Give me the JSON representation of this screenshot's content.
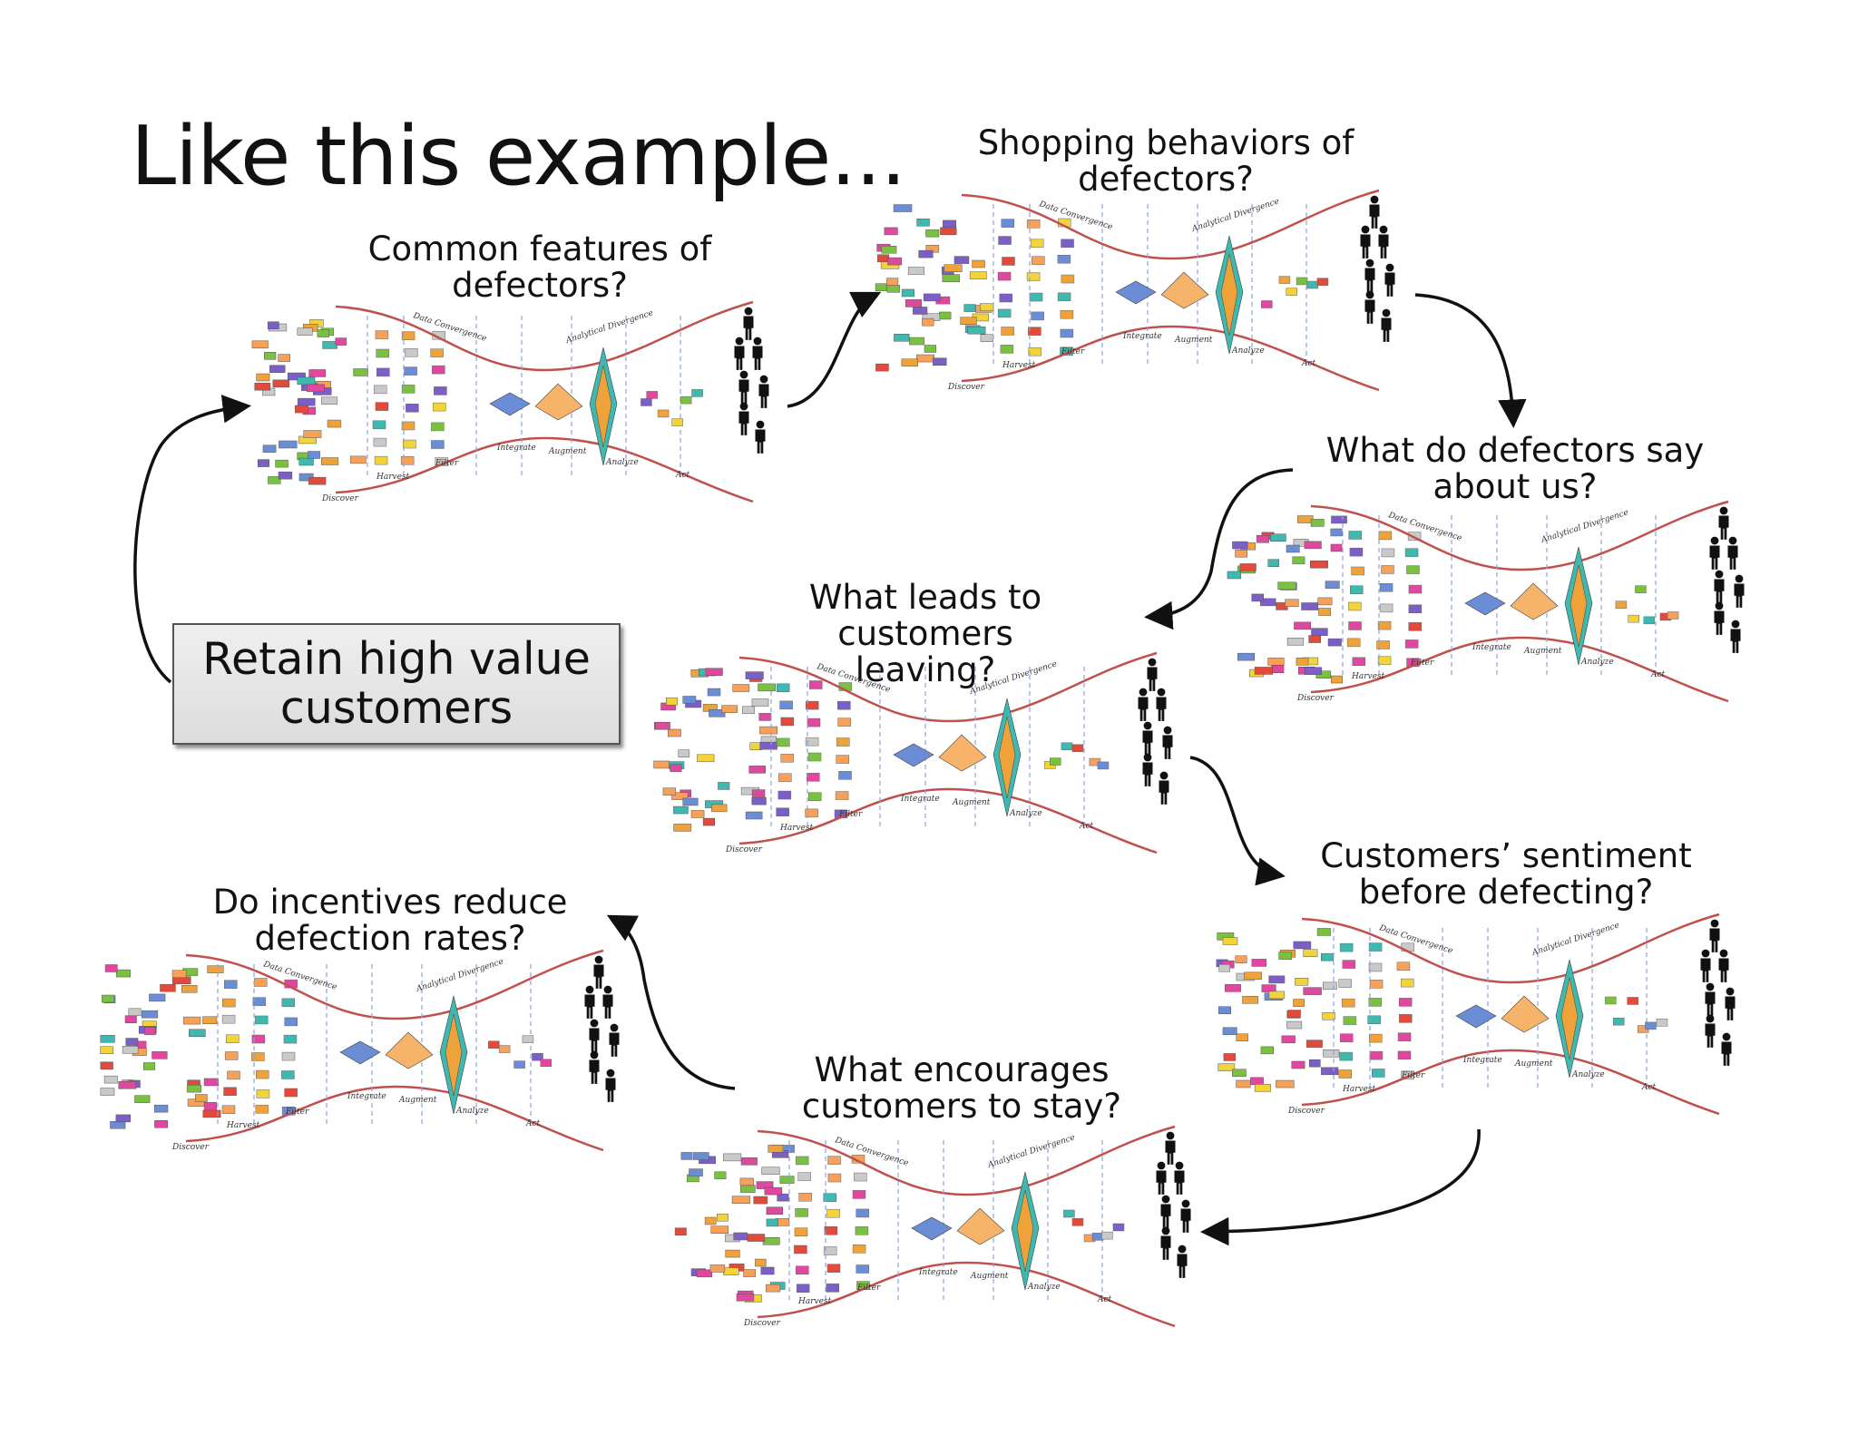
{
  "title": "Like this example...",
  "goal": "Retain high value\ncustomers",
  "stage_labels": {
    "data_convergence": "Data Convergence",
    "analytical_divergence": "Analytical Divergence",
    "discover": "Discover",
    "harvest": "Harvest",
    "filter": "Filter",
    "integrate": "Integrate",
    "augment": "Augment",
    "analyze": "Analyze",
    "act": "Act"
  },
  "questions": [
    "Common features of\ndefectors?",
    "Shopping behaviors of\ndefectors?",
    "What do defectors say\nabout us?",
    "What leads to customers\nleaving?",
    "Customers’ sentiment\nbefore defecting?",
    "What encourages\ncustomers to stay?",
    "Do incentives reduce\ndefection rates?"
  ],
  "colors": {
    "funnel_line": "#c0504d",
    "divider": "#8aa4d6",
    "blocks": [
      "#7b5fc7",
      "#e0479e",
      "#f0a23a",
      "#f2d43a",
      "#7ac142",
      "#3fb8b0",
      "#e24a3b",
      "#f6a05a",
      "#6b8dd6",
      "#c9c9c9"
    ],
    "arrow": "#111111"
  }
}
